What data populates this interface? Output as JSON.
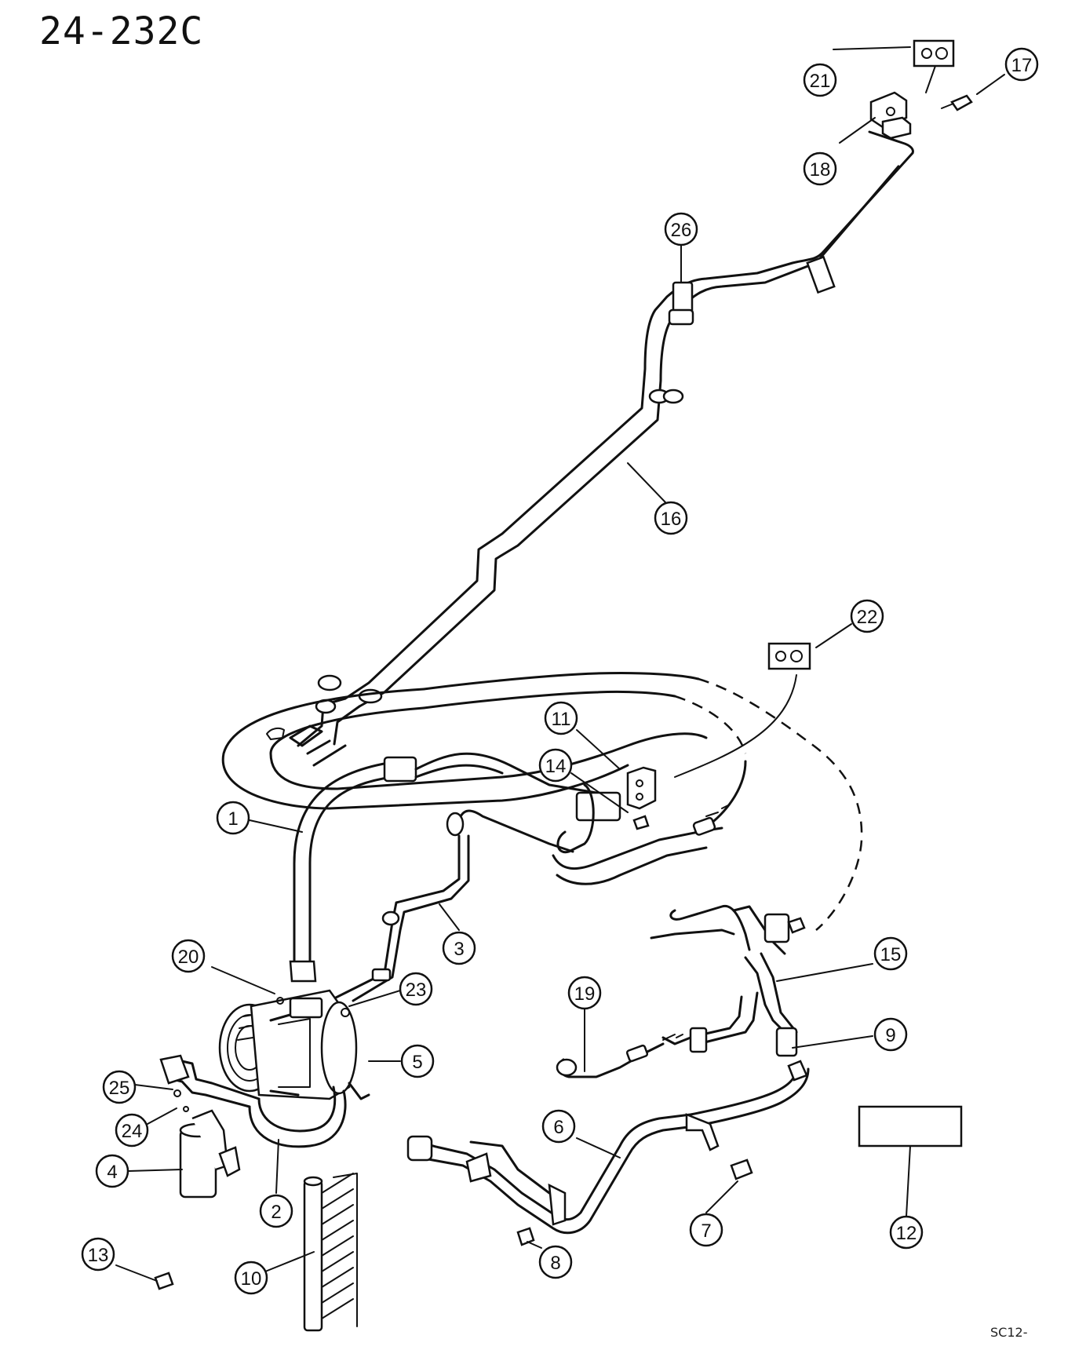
{
  "diagram_code": "24-232C",
  "corner_code": "SC12-",
  "callouts": [
    "1",
    "2",
    "3",
    "4",
    "5",
    "6",
    "7",
    "8",
    "9",
    "10",
    "11",
    "12",
    "13",
    "14",
    "15",
    "16",
    "17",
    "18",
    "19",
    "20",
    "21",
    "22",
    "23",
    "24",
    "25",
    "26"
  ]
}
